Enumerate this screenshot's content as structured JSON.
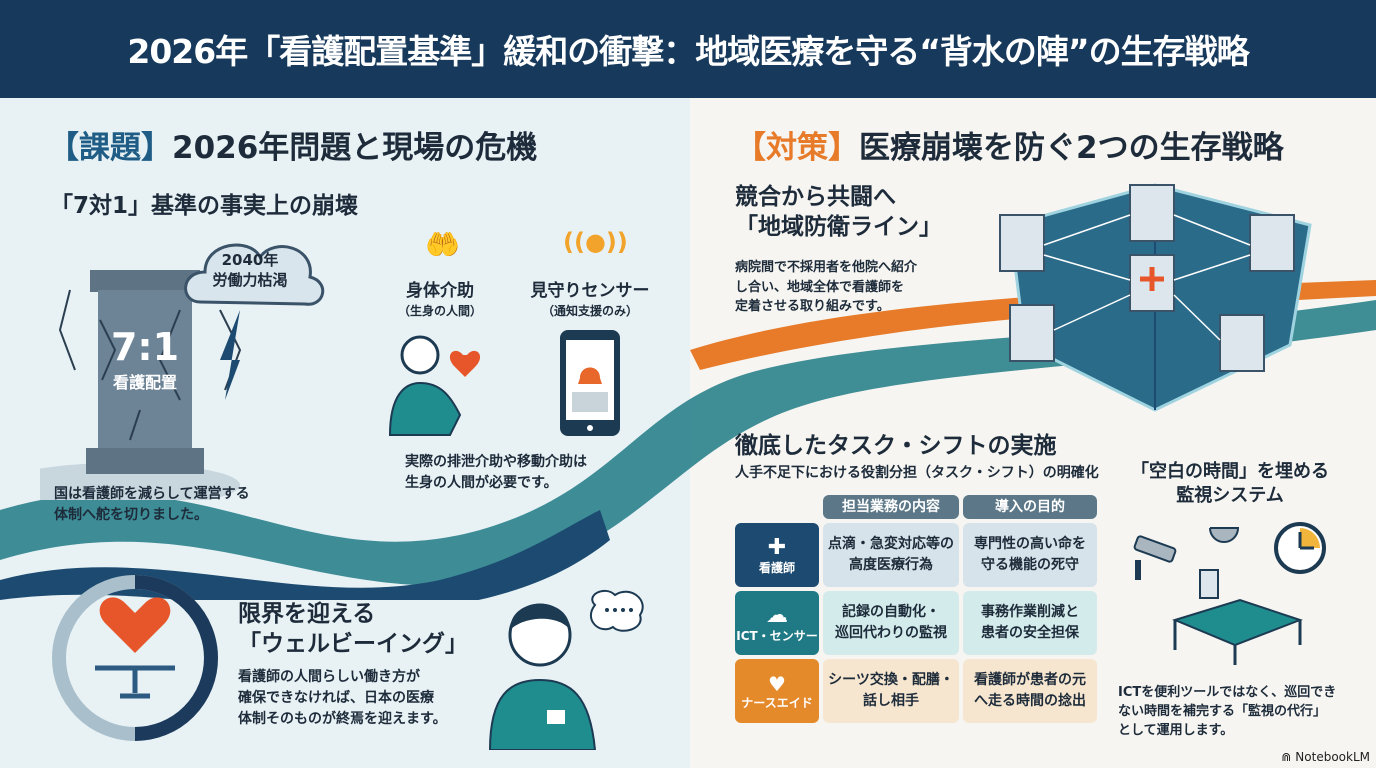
{
  "header": {
    "title": "2026年「看護配置基準」緩和の衝撃：地域医療を守る“背水の陣”の生存戦略"
  },
  "left": {
    "section_bracket": "【課題】",
    "section_title": "2026年問題と現場の危機",
    "subtitle": "「7対1」基準の事実上の崩壊",
    "pillar": {
      "ratio": "7:1",
      "label": "看護配置"
    },
    "cloud": {
      "line1": "2040年",
      "line2": "労働力枯渇"
    },
    "pillar_caption": [
      "国は看護師を減らして運営する",
      "体制へ舵を切りました。"
    ],
    "care": {
      "title": "身体介助",
      "sub": "（生身の人間）"
    },
    "sensor": {
      "title": "見守りセンサー",
      "sub": "（通知支援のみ）"
    },
    "care_caption": [
      "実際の排泄介助や移動介助は",
      "生身の人間が必要です。"
    ],
    "wellbeing": {
      "title1": "限界を迎える",
      "title2": "「ウェルビーイング」",
      "body": [
        "看護師の人間らしい働き方が",
        "確保できなければ、日本の医療",
        "体制そのものが終焉を迎えます。"
      ]
    }
  },
  "right": {
    "section_bracket": "【対策】",
    "section_title": "医療崩壊を防ぐ2つの生存戦略",
    "coop": {
      "title1": "競合から共闘へ",
      "title2": "「地域防衛ライン」",
      "body": [
        "病院間で不採用者を他院へ紹介",
        "し合い、地域全体で看護師を",
        "定着させる取り組みです。"
      ]
    },
    "taskshift": {
      "title": "徹底したタスク・シフトの実施",
      "subtitle": "人手不足下における役割分担（タスク・シフト）の明確化",
      "headers": [
        "担当業務の内容",
        "導入の目的"
      ],
      "rows": [
        {
          "role": "看護師",
          "icon": "medical-kit-icon",
          "content": [
            "点滴・急変対応等の",
            "高度医療行為"
          ],
          "purpose": [
            "専門性の高い命を",
            "守る機能の死守"
          ],
          "color": "#1c4a70",
          "bg": "#d6e3ea"
        },
        {
          "role": "ICT・センサー",
          "icon": "cloud-database-icon",
          "content": [
            "記録の自動化・",
            "巡回代わりの監視"
          ],
          "purpose": [
            "事務作業削減と",
            "患者の安全担保"
          ],
          "color": "#1f7a85",
          "bg": "#d3ebea"
        },
        {
          "role": "ナースエイド",
          "icon": "heart-hand-icon",
          "content": [
            "シーツ交換・配膳・",
            "話し相手"
          ],
          "purpose": [
            "看護師が患者の元",
            "へ走る時間の捻出"
          ],
          "color": "#e58a2b",
          "bg": "#f6e6cf"
        }
      ]
    },
    "monitor": {
      "title1": "「空白の時間」を埋める",
      "title2": "監視システム",
      "body": [
        "ICTを便利ツールではなく、巡回でき",
        "ない時間を補完する「監視の代行」",
        "として運用します。"
      ]
    }
  },
  "footer": {
    "brand": "NotebookLM"
  },
  "colors": {
    "navy": "#173a5c",
    "teal": "#1f7a85",
    "orange": "#e77b2a"
  }
}
